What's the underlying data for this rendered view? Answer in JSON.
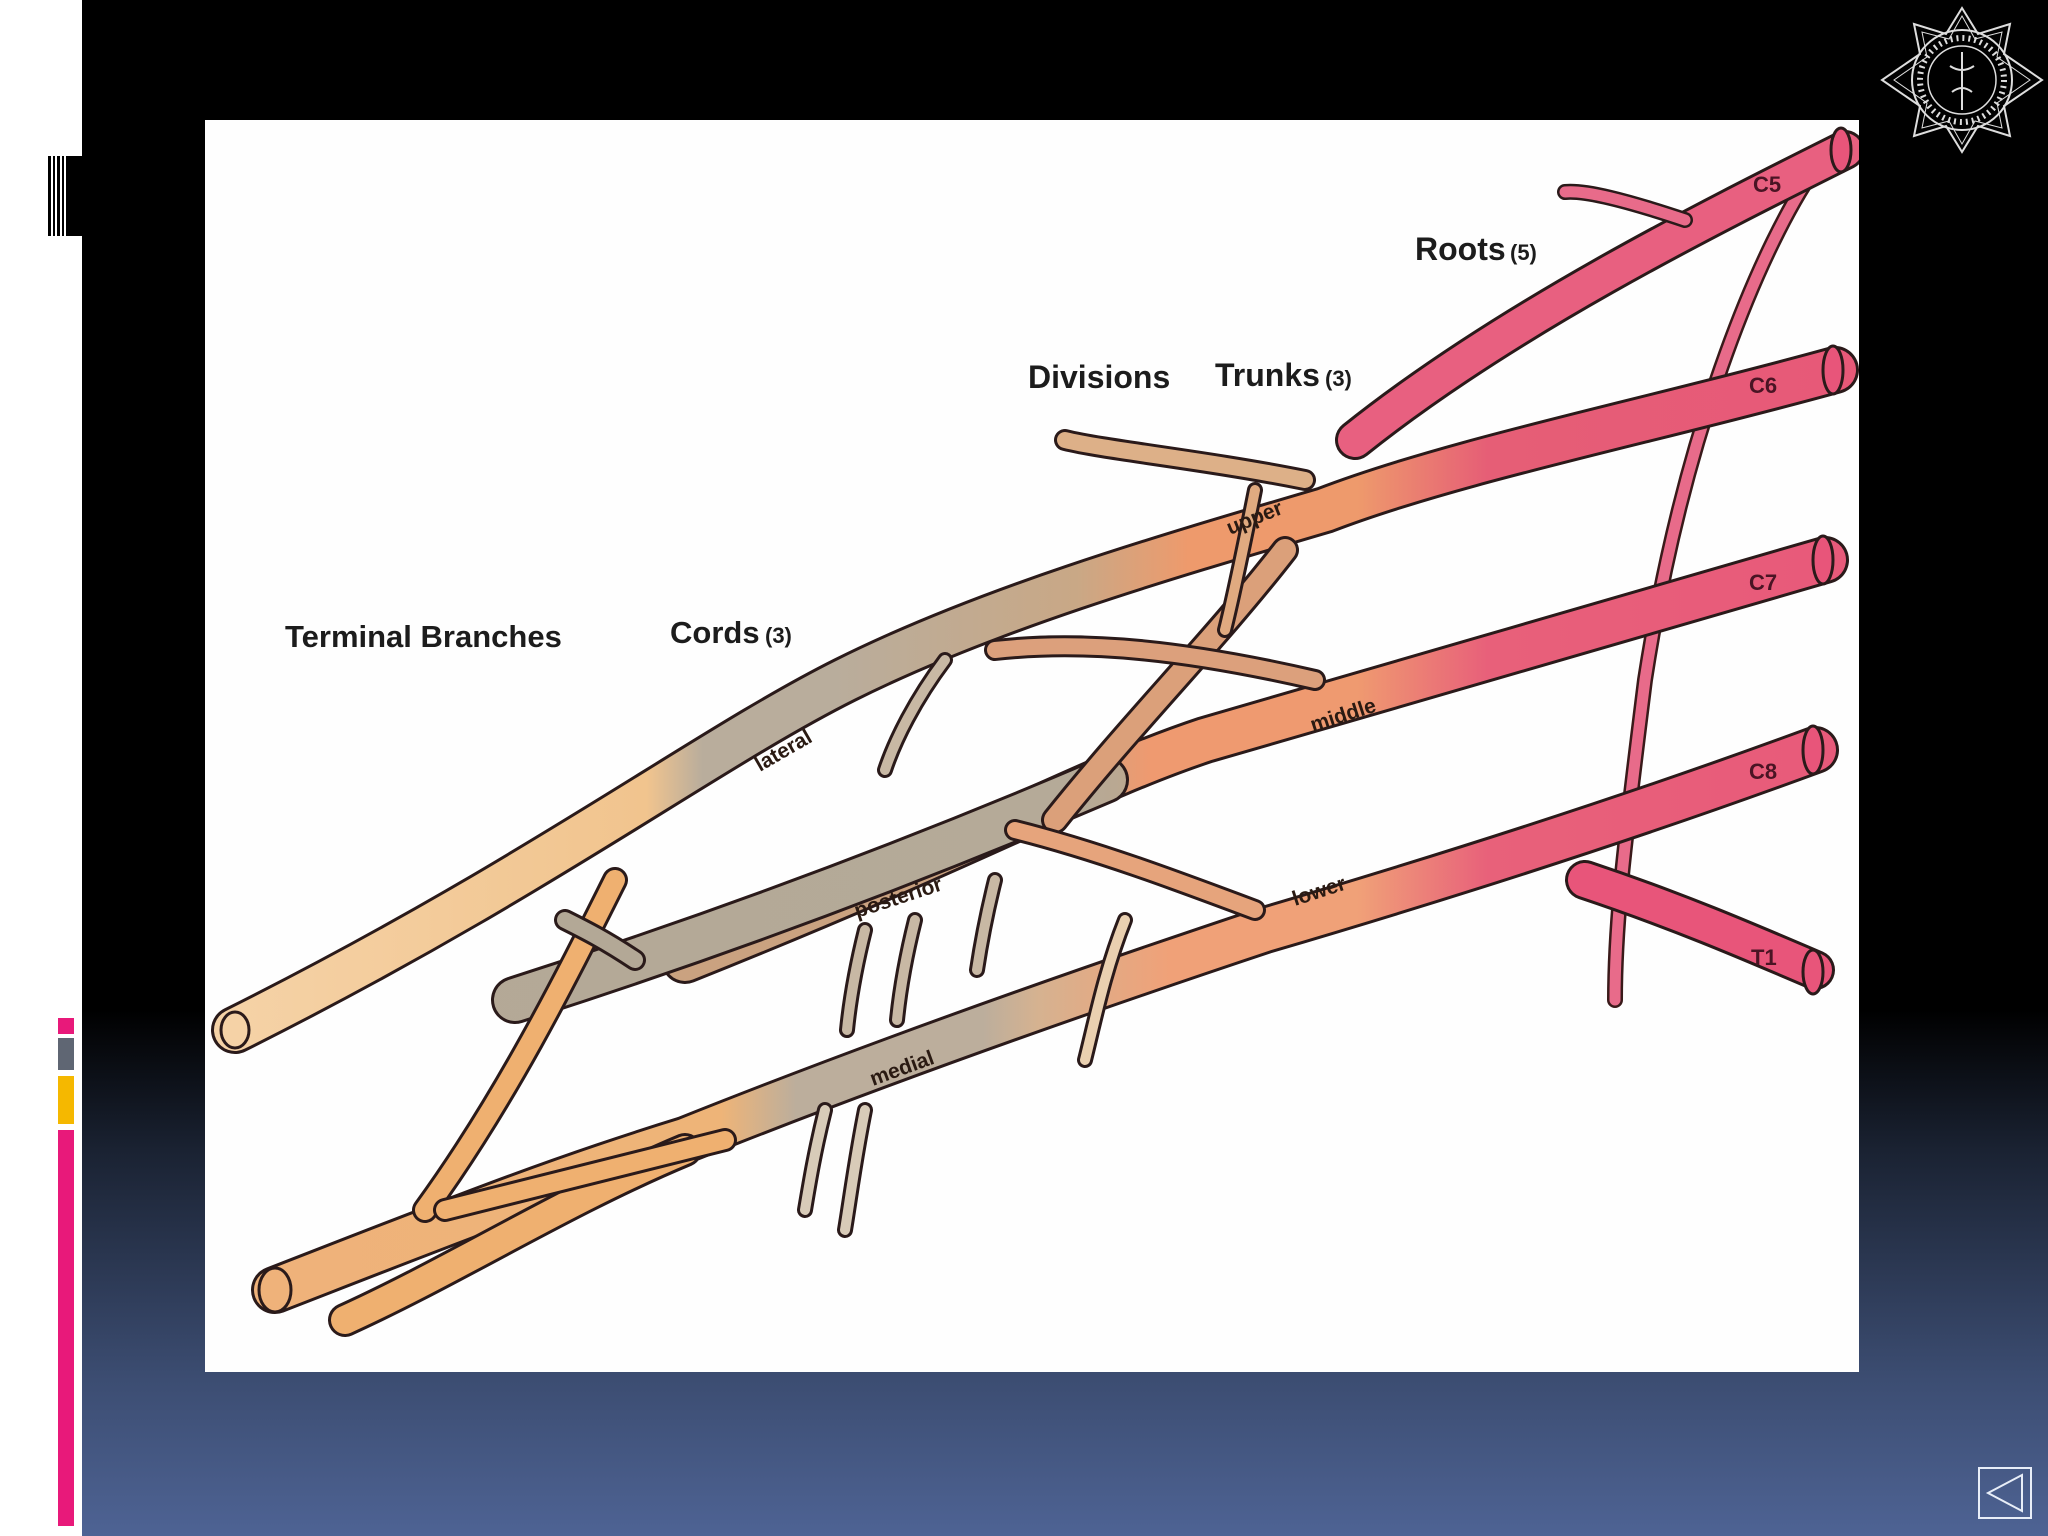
{
  "colors": {
    "root": "#e85a7a",
    "trunk": "#ef9a70",
    "division": "#c8a482",
    "cord": "#b8ad9c",
    "branch": "#f2c084",
    "accent_pink": "#e8197a",
    "accent_gray": "#5f6673",
    "accent_yellow": "#f5b800"
  },
  "diagram": {
    "headings": {
      "terminal_branches": "Terminal Branches",
      "cords": "Cords",
      "cords_count": "(3)",
      "divisions": "Divisions",
      "trunks": "Trunks",
      "trunks_count": "(3)",
      "roots": "Roots",
      "roots_count": "(5)"
    },
    "roots": [
      "C5",
      "C6",
      "C7",
      "C8",
      "T1"
    ],
    "trunks": [
      "upper",
      "middle",
      "lower"
    ],
    "cords": [
      "lateral",
      "posterior",
      "medial"
    ]
  },
  "logo": {
    "icon": "seal-logo-icon"
  },
  "nav": {
    "icon": "back-triangle-icon"
  }
}
